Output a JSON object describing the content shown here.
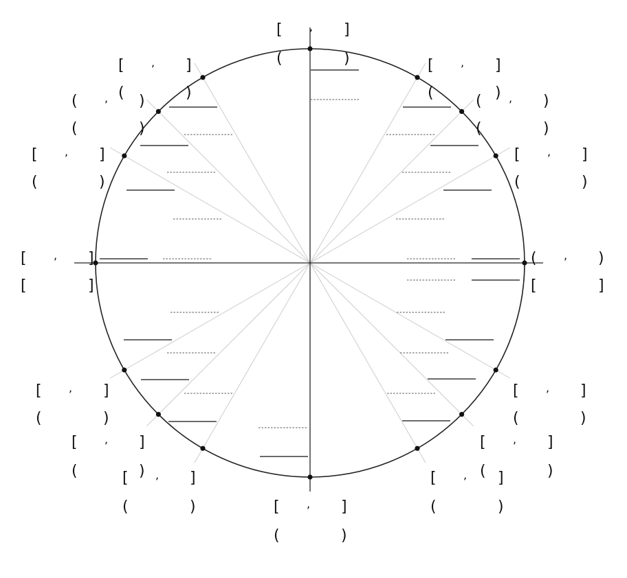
{
  "diagram": {
    "type": "unit-circle-worksheet",
    "angles_deg": [
      0,
      30,
      45,
      60,
      90,
      120,
      135,
      150,
      180,
      210,
      225,
      240,
      270,
      300,
      315,
      330
    ],
    "coordinate_label": {
      "open": "(",
      "comma": ",",
      "close": ")"
    },
    "interval_label": {
      "open": "[",
      "close": "]"
    },
    "answer_blanks": "empty",
    "colors": {
      "circle": "#222222",
      "axes": "#222222",
      "radial_lines": "#cccccc",
      "blank_solid": "#111111",
      "blank_dotted": "#555555",
      "points": "#111111"
    }
  }
}
